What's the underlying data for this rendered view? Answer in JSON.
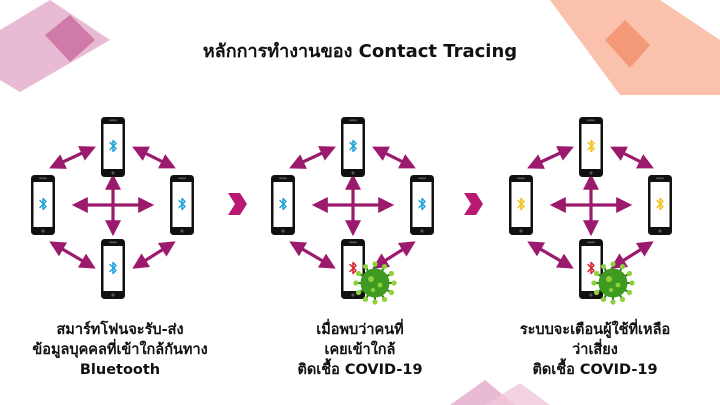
{
  "title": "หลักการทำงานของ Contact Tracing",
  "colors": {
    "arrow": "#9c1a6d",
    "chevron": "#b81a72",
    "phone_body": "#111111",
    "phone_screen": "#ffffff",
    "bluetooth_normal": "#1fa3d8",
    "bluetooth_infected": "#d9232e",
    "bluetooth_warned": "#f2c21a",
    "virus": "#3f9a22",
    "deco_pink": "#d493b9",
    "deco_peach": "#f7a98a"
  },
  "panels": [
    {
      "id": "panel-share",
      "caption": [
        "สมาร์ทโฟนจะรับ-ส่ง",
        "ข้อมูลบุคคลที่เข้าใกล้กันทาง",
        "Bluetooth"
      ]
    },
    {
      "id": "panel-detect",
      "caption": [
        "เมื่อพบว่าคนที่",
        "เคยเข้าใกล้",
        "ติดเชื้อ COVID-19"
      ]
    },
    {
      "id": "panel-alert",
      "caption": [
        "ระบบจะเตือนผู้ใช้ที่เหลือ",
        "ว่าเสี่ยง",
        "ติดเชื้อ COVID-19"
      ]
    }
  ]
}
